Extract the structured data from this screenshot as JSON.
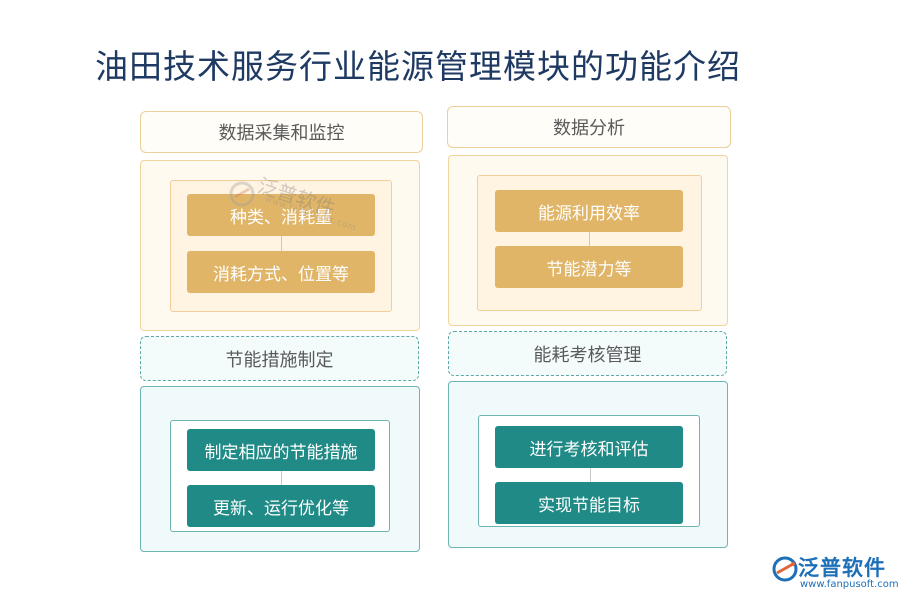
{
  "title": "油田技术服务行业能源管理模块的功能介绍",
  "sections": [
    {
      "header": "数据采集和监控",
      "items": [
        "种类、消耗量",
        "消耗方式、位置等"
      ]
    },
    {
      "header": "数据分析",
      "items": [
        "能源利用效率",
        "节能潜力等"
      ]
    },
    {
      "header": "节能措施制定",
      "items": [
        "制定相应的节能措施",
        "更新、运行优化等"
      ]
    },
    {
      "header": "能耗考核管理",
      "items": [
        "进行考核和评估",
        "实现节能目标"
      ]
    }
  ],
  "watermark": {
    "text": "泛普软件",
    "url": "www.fanpusoft.com"
  },
  "logo": {
    "name": "泛普软件",
    "url": "www.fanpusoft.com"
  },
  "colors": {
    "title": "#1e3a63",
    "gold_item": "#e0b568",
    "teal_item": "#1f8a86",
    "logo": "#1d6fb8"
  }
}
